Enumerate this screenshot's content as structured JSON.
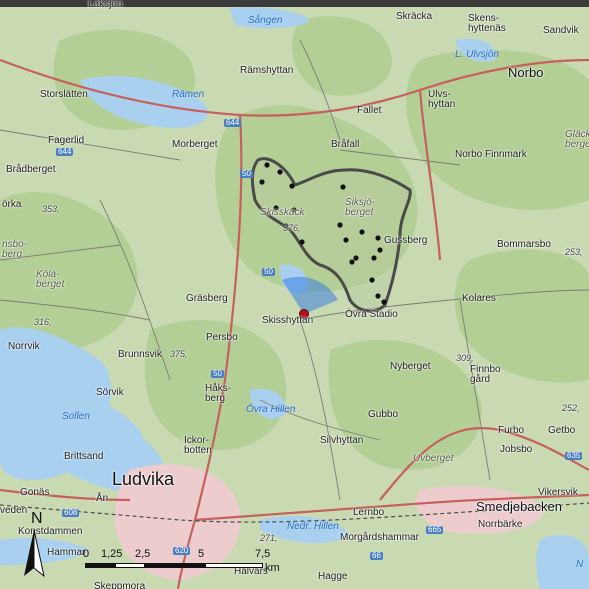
{
  "map": {
    "colors": {
      "land": "#c9dab3",
      "forest": "#b4cf95",
      "water": "#a9d0ef",
      "town": "#eccccc",
      "road_main": "#c6605d",
      "road_minor": "#7d7d75",
      "boundary": "#4a4a4a",
      "turbine": "#111111",
      "viewpoint": "#b3121a",
      "view_cone": "#3d7fe0"
    },
    "places": [
      {
        "id": "laksjon",
        "text": "Laksjön",
        "kind": "place"
      },
      {
        "id": "sangan",
        "text": "Sången",
        "kind": "water"
      },
      {
        "id": "skracka",
        "text": "Skräcka",
        "kind": "place"
      },
      {
        "id": "skenshyttenas",
        "text": "Skens-\nhyttenäs",
        "kind": "place"
      },
      {
        "id": "sandvik",
        "text": "Sandvik",
        "kind": "place"
      },
      {
        "id": "l-ulvsjon",
        "text": "L. Ulvsjön",
        "kind": "water"
      },
      {
        "id": "ramshyttan",
        "text": "Rämshyttan",
        "kind": "place"
      },
      {
        "id": "norbo",
        "text": "Norbo",
        "kind": "medium"
      },
      {
        "id": "storslatten",
        "text": "Storslätten",
        "kind": "place"
      },
      {
        "id": "ramen",
        "text": "Rämen",
        "kind": "water"
      },
      {
        "id": "fallet",
        "text": "Fallet",
        "kind": "place"
      },
      {
        "id": "ulvshyttan",
        "text": "Ulvs-\nhyttan",
        "kind": "place"
      },
      {
        "id": "fagerlid",
        "text": "Fagerlid",
        "kind": "place"
      },
      {
        "id": "morberget",
        "text": "Morberget",
        "kind": "place"
      },
      {
        "id": "brafall",
        "text": "Bråfall",
        "kind": "place"
      },
      {
        "id": "glackberget",
        "text": "Gläck\nberge",
        "kind": "hill"
      },
      {
        "id": "bradberget",
        "text": "Brådberget",
        "kind": "place"
      },
      {
        "id": "norbo-finnmark",
        "text": "Norbo Finnmark",
        "kind": "place"
      },
      {
        "id": "skisskack",
        "text": "Skisskäck",
        "kind": "hill"
      },
      {
        "id": "siksjoberget",
        "text": "Siksjö-\nberget",
        "kind": "hill"
      },
      {
        "id": "orka",
        "text": "örka",
        "kind": "place"
      },
      {
        "id": "elev-353",
        "text": "353,",
        "kind": "elev"
      },
      {
        "id": "elev-376",
        "text": "376,",
        "kind": "elev"
      },
      {
        "id": "gussberg",
        "text": "Gussberg",
        "kind": "place"
      },
      {
        "id": "bommarsbo",
        "text": "Bommarsbo",
        "kind": "place"
      },
      {
        "id": "insbo",
        "text": "nsbo-\nberg",
        "kind": "hill"
      },
      {
        "id": "kola",
        "text": "Köla-\nberget",
        "kind": "hill"
      },
      {
        "id": "elev-253",
        "text": "253,",
        "kind": "elev"
      },
      {
        "id": "grasberg",
        "text": "Gräsberg",
        "kind": "place"
      },
      {
        "id": "kolares",
        "text": "Kolares",
        "kind": "place"
      },
      {
        "id": "elev-316",
        "text": "316,",
        "kind": "elev"
      },
      {
        "id": "skisshyttan",
        "text": "Skisshyttan",
        "kind": "place"
      },
      {
        "id": "ovra-stadio",
        "text": "Övra Stadio",
        "kind": "place"
      },
      {
        "id": "norrvik",
        "text": "Norrvik",
        "kind": "place"
      },
      {
        "id": "persbo",
        "text": "Persbo",
        "kind": "place"
      },
      {
        "id": "brunnsvik",
        "text": "Brunnsvik",
        "kind": "place"
      },
      {
        "id": "elev-375",
        "text": "375,",
        "kind": "elev"
      },
      {
        "id": "elev-309",
        "text": "309,",
        "kind": "elev"
      },
      {
        "id": "finnbo-gard",
        "text": "Finnbo\ngård",
        "kind": "place"
      },
      {
        "id": "nyberget",
        "text": "Nyberget",
        "kind": "place"
      },
      {
        "id": "sorvik",
        "text": "Sörvik",
        "kind": "place"
      },
      {
        "id": "haksberg",
        "text": "Håks-\nberg",
        "kind": "place"
      },
      {
        "id": "elev-252",
        "text": "252,",
        "kind": "elev"
      },
      {
        "id": "sollen",
        "text": "Sollen",
        "kind": "water"
      },
      {
        "id": "ovra-hillen",
        "text": "Övra Hillen",
        "kind": "water"
      },
      {
        "id": "gubbo",
        "text": "Gubbo",
        "kind": "place"
      },
      {
        "id": "furbo",
        "text": "Furbo",
        "kind": "place"
      },
      {
        "id": "getbo",
        "text": "Getbo",
        "kind": "place"
      },
      {
        "id": "brittsand",
        "text": "Brittsand",
        "kind": "place"
      },
      {
        "id": "ickorbotten",
        "text": "Ickor-\nbotten",
        "kind": "place"
      },
      {
        "id": "silvhyttan",
        "text": "Silvhyttan",
        "kind": "place"
      },
      {
        "id": "uvberget",
        "text": "Uvberget",
        "kind": "hill"
      },
      {
        "id": "jobsbo",
        "text": "Jobsbo",
        "kind": "place"
      },
      {
        "id": "ludvika",
        "text": "Ludvika",
        "kind": "big"
      },
      {
        "id": "gonas",
        "text": "Gonäs",
        "kind": "place"
      },
      {
        "id": "an",
        "text": "Ån",
        "kind": "place"
      },
      {
        "id": "vikersvik",
        "text": "Vikersvik",
        "kind": "place"
      },
      {
        "id": "veden",
        "text": "veden",
        "kind": "place"
      },
      {
        "id": "lernbo",
        "text": "Lernbo",
        "kind": "place"
      },
      {
        "id": "smedjebacken",
        "text": "Smedjebacken",
        "kind": "medium"
      },
      {
        "id": "konstdammen",
        "text": "Konstdammen",
        "kind": "place"
      },
      {
        "id": "nedr-hillen",
        "text": "Nedr. Hillen",
        "kind": "water"
      },
      {
        "id": "norrbarke",
        "text": "Norrbärke",
        "kind": "place"
      },
      {
        "id": "morgardshammar",
        "text": "Morgårdshammar",
        "kind": "place"
      },
      {
        "id": "hammar",
        "text": "Hammar",
        "kind": "place"
      },
      {
        "id": "elev-271",
        "text": "271,",
        "kind": "elev"
      },
      {
        "id": "skeppmora",
        "text": "Skeppmora",
        "kind": "place"
      },
      {
        "id": "halvars",
        "text": "Halvars",
        "kind": "place"
      },
      {
        "id": "hagge",
        "text": "Hagge",
        "kind": "place"
      },
      {
        "id": "n-edge",
        "text": "N",
        "kind": "water"
      }
    ],
    "road_numbers": [
      "644",
      "644",
      "50",
      "50",
      "50",
      "620",
      "608",
      "635",
      "66",
      "665"
    ],
    "turbines_count": 20,
    "north": "N",
    "scale": {
      "ticks": [
        "0",
        "1,25",
        "2,5",
        "5",
        "7,5"
      ],
      "unit": "km"
    }
  }
}
